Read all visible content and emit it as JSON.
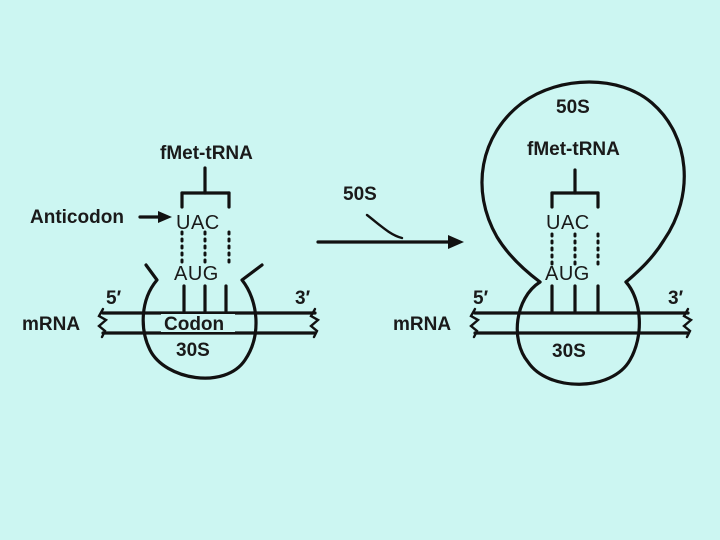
{
  "left": {
    "trna_label": "fMet-tRNA",
    "anticodon_label": "Anticodon",
    "anticodon_seq": "UAC",
    "codon_seq": "AUG",
    "five_prime": "5′",
    "three_prime": "3′",
    "mrna_label": "mRNA",
    "codon_label": "Codon",
    "subunit_small": "30S"
  },
  "arrow": {
    "label": "50S"
  },
  "right": {
    "subunit_large": "50S",
    "trna_label": "fMet-tRNA",
    "anticodon_seq": "UAC",
    "codon_seq": "AUG",
    "five_prime": "5′",
    "three_prime": "3′",
    "mrna_label": "mRNA",
    "subunit_small": "30S"
  },
  "colors": {
    "background": "#ccf6f2",
    "ink": "#111111"
  }
}
